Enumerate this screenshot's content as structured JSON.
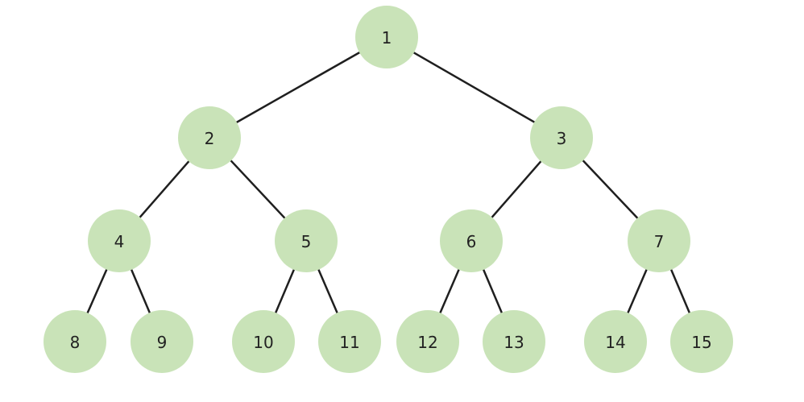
{
  "diagram": {
    "type": "binary-tree",
    "node_color": "#c9e3b8",
    "edge_color": "#1f1f1f",
    "text_color": "#222222",
    "nodes": [
      {
        "id": "1",
        "label": "1"
      },
      {
        "id": "2",
        "label": "2"
      },
      {
        "id": "3",
        "label": "3"
      },
      {
        "id": "4",
        "label": "4"
      },
      {
        "id": "5",
        "label": "5"
      },
      {
        "id": "6",
        "label": "6"
      },
      {
        "id": "7",
        "label": "7"
      },
      {
        "id": "8",
        "label": "8"
      },
      {
        "id": "9",
        "label": "9"
      },
      {
        "id": "10",
        "label": "10"
      },
      {
        "id": "11",
        "label": "11"
      },
      {
        "id": "12",
        "label": "12"
      },
      {
        "id": "13",
        "label": "13"
      },
      {
        "id": "14",
        "label": "14"
      },
      {
        "id": "15",
        "label": "15"
      }
    ],
    "edges": [
      {
        "from": "1",
        "to": "2"
      },
      {
        "from": "1",
        "to": "3"
      },
      {
        "from": "2",
        "to": "4"
      },
      {
        "from": "2",
        "to": "5"
      },
      {
        "from": "3",
        "to": "6"
      },
      {
        "from": "3",
        "to": "7"
      },
      {
        "from": "4",
        "to": "8"
      },
      {
        "from": "4",
        "to": "9"
      },
      {
        "from": "5",
        "to": "10"
      },
      {
        "from": "5",
        "to": "11"
      },
      {
        "from": "6",
        "to": "12"
      },
      {
        "from": "6",
        "to": "13"
      },
      {
        "from": "7",
        "to": "14"
      },
      {
        "from": "7",
        "to": "15"
      }
    ]
  }
}
